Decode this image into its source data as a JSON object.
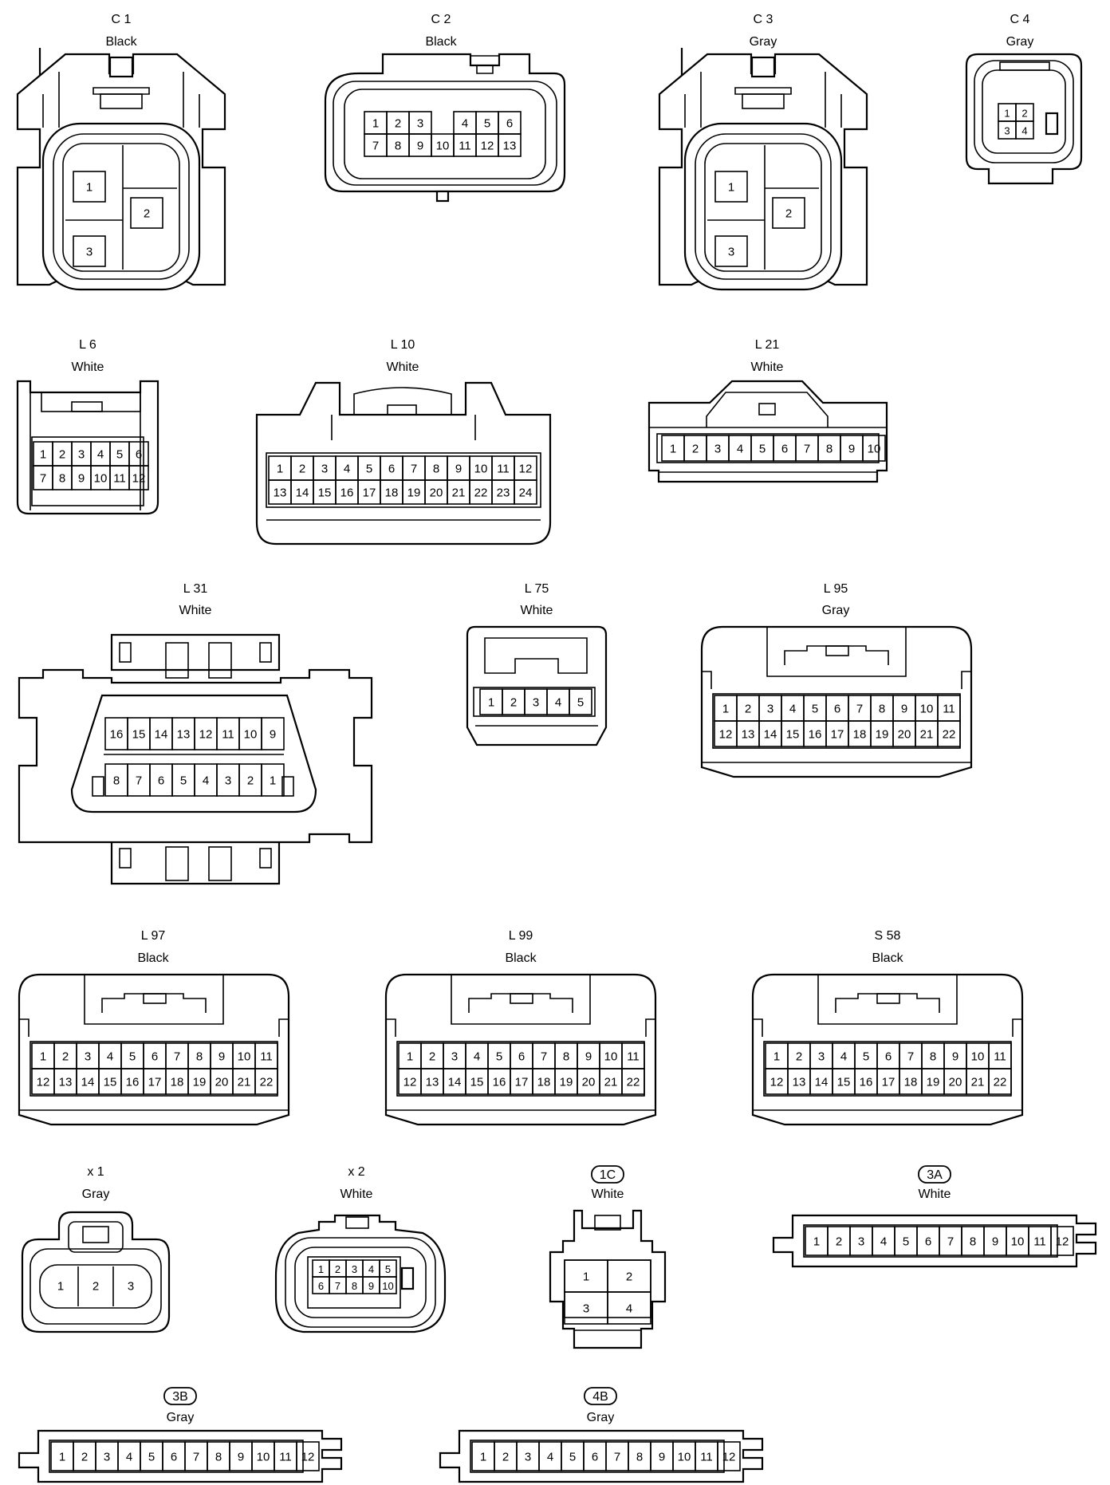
{
  "connectors": [
    {
      "id": "C 1",
      "color": "Black",
      "rows": [
        [
          "1"
        ],
        [
          "2"
        ],
        [
          "3"
        ]
      ]
    },
    {
      "id": "C 2",
      "color": "Black",
      "rows": [
        [
          "1",
          "2",
          "3",
          "",
          "4",
          "5",
          "6"
        ],
        [
          "7",
          "8",
          "9",
          "10",
          "11",
          "12",
          "13"
        ]
      ]
    },
    {
      "id": "C 3",
      "color": "Gray",
      "rows": [
        [
          "1"
        ],
        [
          "2"
        ],
        [
          "3"
        ]
      ]
    },
    {
      "id": "C 4",
      "color": "Gray",
      "rows": [
        [
          "1",
          "2"
        ],
        [
          "3",
          "4"
        ]
      ]
    },
    {
      "id": "L 6",
      "color": "White",
      "rows": [
        [
          "1",
          "2",
          "3",
          "4",
          "5",
          "6"
        ],
        [
          "7",
          "8",
          "9",
          "10",
          "11",
          "12"
        ]
      ]
    },
    {
      "id": "L 10",
      "color": "White",
      "rows": [
        [
          "1",
          "2",
          "3",
          "4",
          "5",
          "6",
          "7",
          "8",
          "9",
          "10",
          "11",
          "12"
        ],
        [
          "13",
          "14",
          "15",
          "16",
          "17",
          "18",
          "19",
          "20",
          "21",
          "22",
          "23",
          "24"
        ]
      ]
    },
    {
      "id": "L 21",
      "color": "White",
      "rows": [
        [
          "1",
          "2",
          "3",
          "4",
          "5",
          "6",
          "7",
          "8",
          "9",
          "10"
        ]
      ]
    },
    {
      "id": "L 31",
      "color": "White",
      "rows": [
        [
          "16",
          "15",
          "14",
          "13",
          "12",
          "11",
          "10",
          "9"
        ],
        [
          "8",
          "7",
          "6",
          "5",
          "4",
          "3",
          "2",
          "1"
        ]
      ]
    },
    {
      "id": "L 75",
      "color": "White",
      "rows": [
        [
          "1",
          "2",
          "3",
          "4",
          "5"
        ]
      ]
    },
    {
      "id": "L 95",
      "color": "Gray",
      "rows": [
        [
          "1",
          "2",
          "3",
          "4",
          "5",
          "6",
          "7",
          "8",
          "9",
          "10",
          "11"
        ],
        [
          "12",
          "13",
          "14",
          "15",
          "16",
          "17",
          "18",
          "19",
          "20",
          "21",
          "22"
        ]
      ]
    },
    {
      "id": "L 97",
      "color": "Black",
      "rows": [
        [
          "1",
          "2",
          "3",
          "4",
          "5",
          "6",
          "7",
          "8",
          "9",
          "10",
          "11"
        ],
        [
          "12",
          "13",
          "14",
          "15",
          "16",
          "17",
          "18",
          "19",
          "20",
          "21",
          "22"
        ]
      ]
    },
    {
      "id": "L 99",
      "color": "Black",
      "rows": [
        [
          "1",
          "2",
          "3",
          "4",
          "5",
          "6",
          "7",
          "8",
          "9",
          "10",
          "11"
        ],
        [
          "12",
          "13",
          "14",
          "15",
          "16",
          "17",
          "18",
          "19",
          "20",
          "21",
          "22"
        ]
      ]
    },
    {
      "id": "S 58",
      "color": "Black",
      "rows": [
        [
          "1",
          "2",
          "3",
          "4",
          "5",
          "6",
          "7",
          "8",
          "9",
          "10",
          "11"
        ],
        [
          "12",
          "13",
          "14",
          "15",
          "16",
          "17",
          "18",
          "19",
          "20",
          "21",
          "22"
        ]
      ]
    },
    {
      "id": "x 1",
      "color": "Gray",
      "rows": [
        [
          "1",
          "2",
          "3"
        ]
      ]
    },
    {
      "id": "x 2",
      "color": "White",
      "rows": [
        [
          "1",
          "2",
          "3",
          "4",
          "5"
        ],
        [
          "6",
          "7",
          "8",
          "9",
          "10"
        ]
      ]
    },
    {
      "id": "1C",
      "color": "White",
      "rows": [
        [
          "1",
          "2"
        ],
        [
          "3",
          "4"
        ]
      ]
    },
    {
      "id": "3A",
      "color": "White",
      "rows": [
        [
          "1",
          "2",
          "3",
          "4",
          "5",
          "6",
          "7",
          "8",
          "9",
          "10",
          "11",
          "12"
        ]
      ]
    },
    {
      "id": "3B",
      "color": "Gray",
      "rows": [
        [
          "1",
          "2",
          "3",
          "4",
          "5",
          "6",
          "7",
          "8",
          "9",
          "10",
          "11",
          "12"
        ]
      ]
    },
    {
      "id": "4B",
      "color": "Gray",
      "rows": [
        [
          "1",
          "2",
          "3",
          "4",
          "5",
          "6",
          "7",
          "8",
          "9",
          "10",
          "11",
          "12"
        ]
      ]
    }
  ]
}
